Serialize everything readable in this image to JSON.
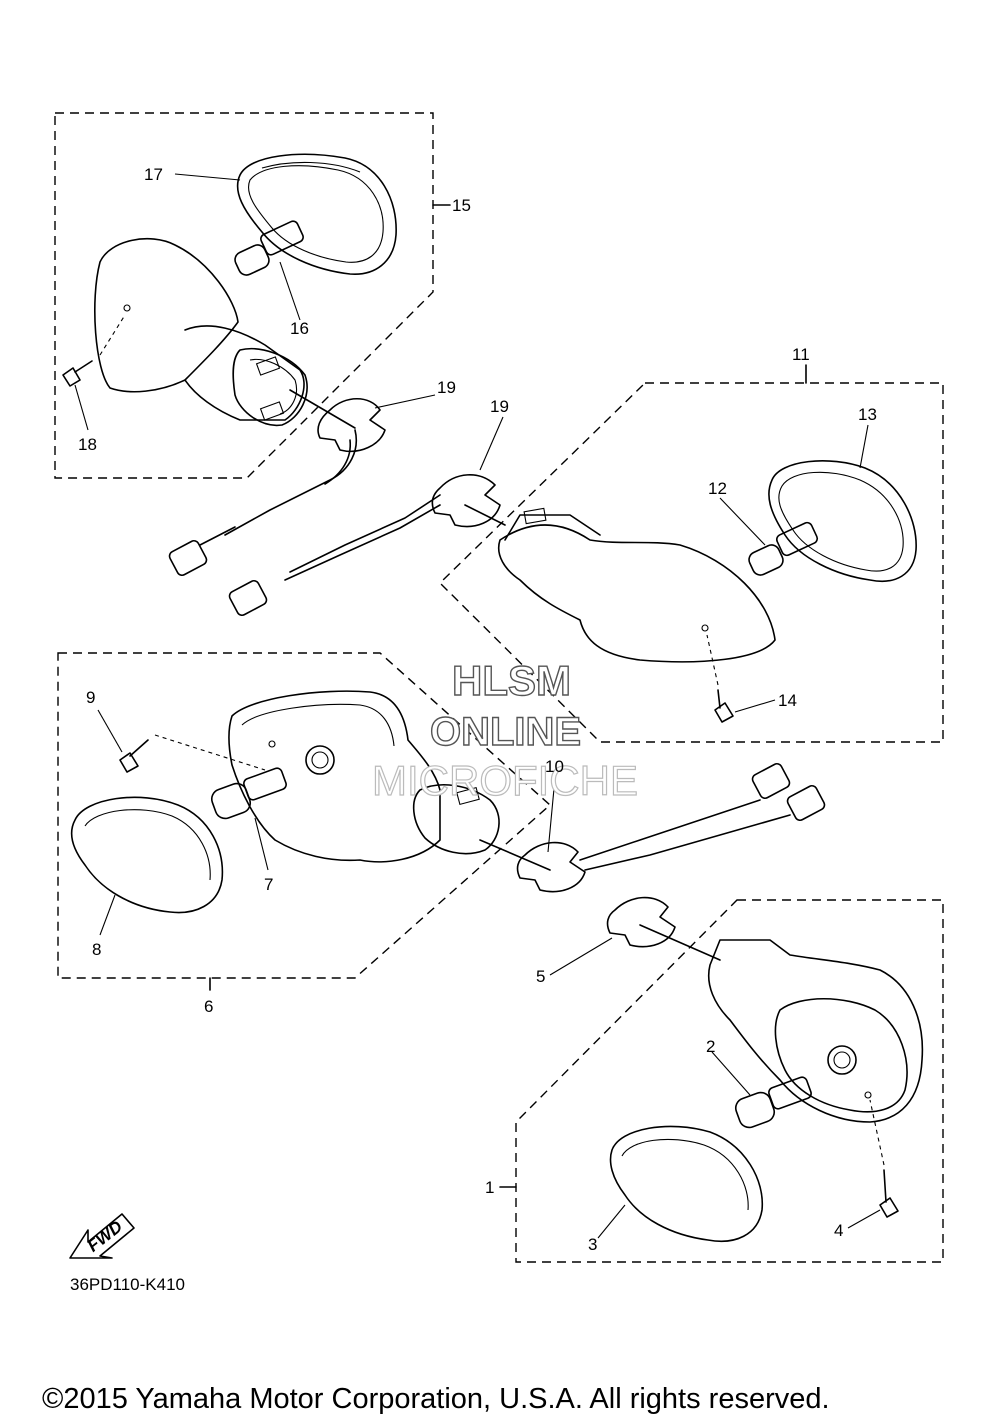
{
  "diagram": {
    "callouts": [
      {
        "id": "c1",
        "text": "1"
      },
      {
        "id": "c2",
        "text": "2"
      },
      {
        "id": "c3",
        "text": "3"
      },
      {
        "id": "c4",
        "text": "4"
      },
      {
        "id": "c5",
        "text": "5"
      },
      {
        "id": "c6",
        "text": "6"
      },
      {
        "id": "c7",
        "text": "7"
      },
      {
        "id": "c8",
        "text": "8"
      },
      {
        "id": "c9",
        "text": "9"
      },
      {
        "id": "c10",
        "text": "10"
      },
      {
        "id": "c11",
        "text": "11"
      },
      {
        "id": "c12",
        "text": "12"
      },
      {
        "id": "c13",
        "text": "13"
      },
      {
        "id": "c14",
        "text": "14"
      },
      {
        "id": "c15",
        "text": "15"
      },
      {
        "id": "c16",
        "text": "16"
      },
      {
        "id": "c17",
        "text": "17"
      },
      {
        "id": "c18",
        "text": "18"
      },
      {
        "id": "c19a",
        "text": "19"
      },
      {
        "id": "c19b",
        "text": "19"
      }
    ],
    "fwd_label": "FWD",
    "drawing_number": "36PD110-K410",
    "watermark": {
      "line1": "HLSM",
      "line2": "ONLINE",
      "line3": "MICROFICHE"
    },
    "copyright": "©2015 Yamaha Motor Corporation, U.S.A. All rights reserved."
  }
}
